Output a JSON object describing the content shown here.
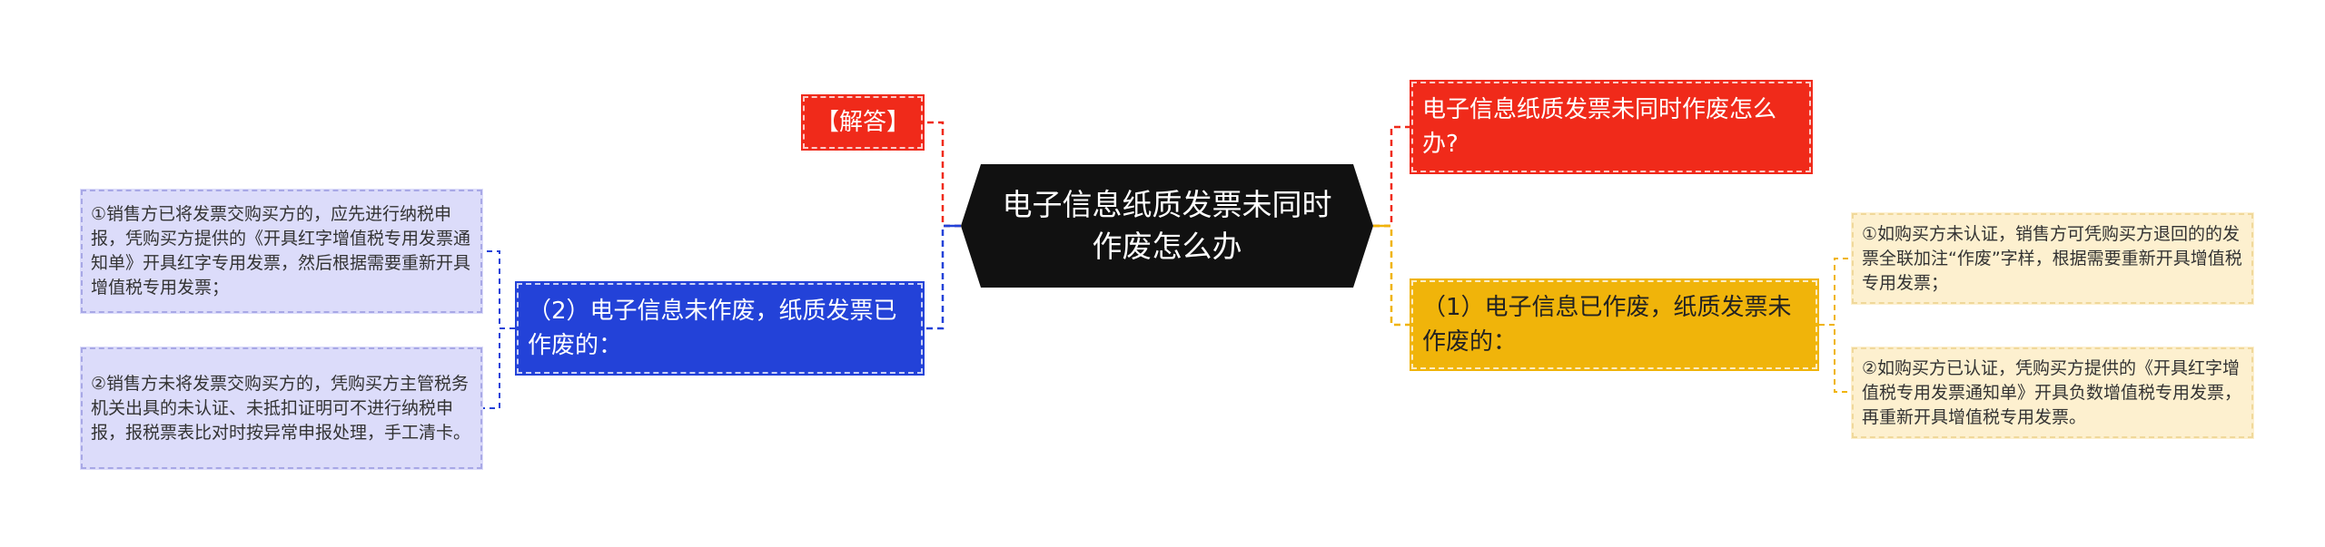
{
  "root": {
    "text": "电子信息纸质发票未同时作废怎么办"
  },
  "left": {
    "answer": "【解答】",
    "case2": "（2）电子信息未作废，纸质发票已作废的：",
    "leaf1": "①销售方已将发票交购买方的，应先进行纳税申报，凭购买方提供的《开具红字增值税专用发票通知单》开具红字专用发票，然后根据需要重新开具增值税专用发票；",
    "leaf2": "②销售方未将发票交购买方的，凭购买方主管税务机关出具的未认证、未抵扣证明可不进行纳税申报，报税票表比对时按异常申报处理，手工清卡。"
  },
  "right": {
    "question": "电子信息纸质发票未同时作废怎么办?",
    "case1": "（1）电子信息已作废，纸质发票未作废的：",
    "leaf1": "①如购买方未认证，销售方可凭购买方退回的的发票全联加注“作废”字样，根据需要重新开具增值税专用发票；",
    "leaf2": "②如购买方已认证，凭购买方提供的《开具红字增值税专用发票通知单》开具负数增值税专用发票，再重新开具增值税专用发票。"
  },
  "colors": {
    "root": "#111111",
    "red": "#f02a1a",
    "blue": "#2342d8",
    "yellow": "#f0b40a",
    "leaf_blue": "#dcdcfa",
    "leaf_yellow": "#fdf0cf"
  }
}
